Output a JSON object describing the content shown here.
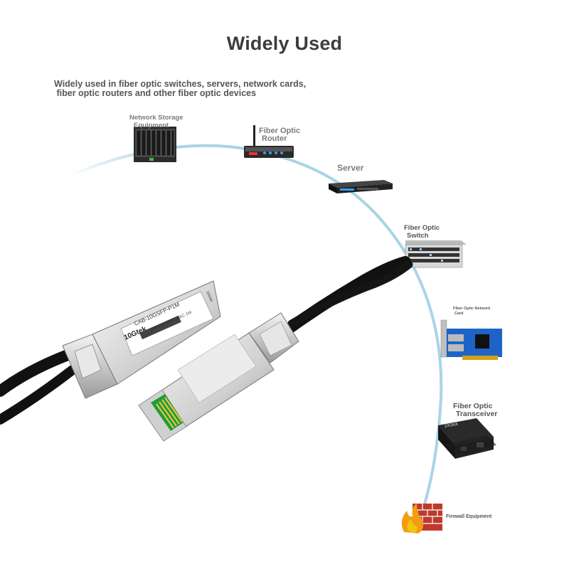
{
  "header": {
    "title": "Widely Used",
    "subtitle_line1": "Widely used in fiber optic switches, servers, network cards,",
    "subtitle_line2": " fiber optic routers and other fiber optic devices"
  },
  "devices": {
    "storage": {
      "line1": "Network Storage",
      "line2": "Equipment"
    },
    "router": {
      "line1": "Fiber Optic",
      "line2": "Router"
    },
    "server": {
      "line1": "Server"
    },
    "switch": {
      "line1": "Fiber Optic",
      "line2": "Switch"
    },
    "nic": {
      "line1": "Fiber Optic Network",
      "line2": "Card"
    },
    "transceiver": {
      "line1": "Fiber Optic",
      "line2": "Transceiver"
    },
    "firewall": {
      "line1": "Firewall Equipment"
    }
  },
  "product": {
    "label_line1": "CAB-10GSFP-P1M",
    "label_line2": "10Gtek",
    "label_line3": "SFP+ to SFP+ DAC 1M",
    "label_side": "10Gtek",
    "transceiver_brand": "10Gtek"
  },
  "colors": {
    "arc": "#a9d4e6",
    "title": "#3d3d3d",
    "label": "#7b7b7b"
  }
}
